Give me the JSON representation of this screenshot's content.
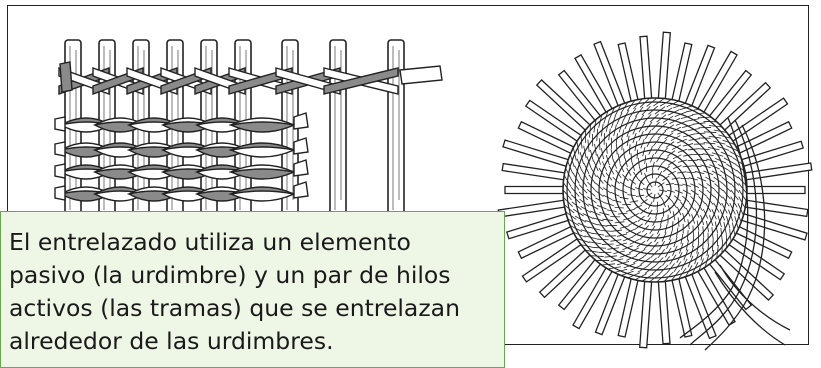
{
  "figure": {
    "left_illustration": "twined-weaving-warp-weft",
    "right_illustration": "coiled-basket-base"
  },
  "caption": {
    "text": "El entrelazado utiliza un elemento pasivo (la urdimbre) y un par de hilos activos (las tramas) que se entrelazan alrededor de las urdimbres."
  },
  "colors": {
    "caption_background": "#eef6e6",
    "caption_border": "#6aa84f",
    "weft_dark": "#8a8a8a",
    "stroke": "#222222"
  }
}
